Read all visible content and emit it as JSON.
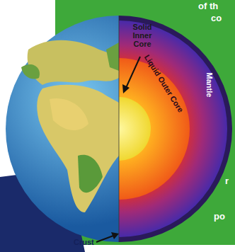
{
  "diagram": {
    "labels": [
      "of th",
      "co",
      "r",
      "po",
      "Solid Inner Core",
      "Liquid Outer Core",
      "Mantle",
      "Crust"
    ]
  }
}
